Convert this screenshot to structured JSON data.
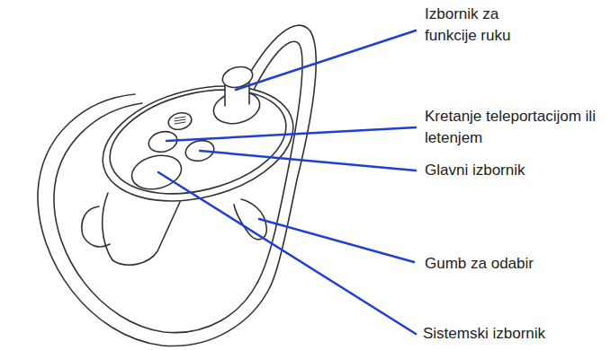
{
  "diagram": {
    "labels": [
      "Izbornik za funkcije ruku",
      "Kretanje teleportacijom ili letenjem",
      "Glavni izbornik",
      "Gumb za odabir",
      "Sistemski izbornik"
    ]
  }
}
